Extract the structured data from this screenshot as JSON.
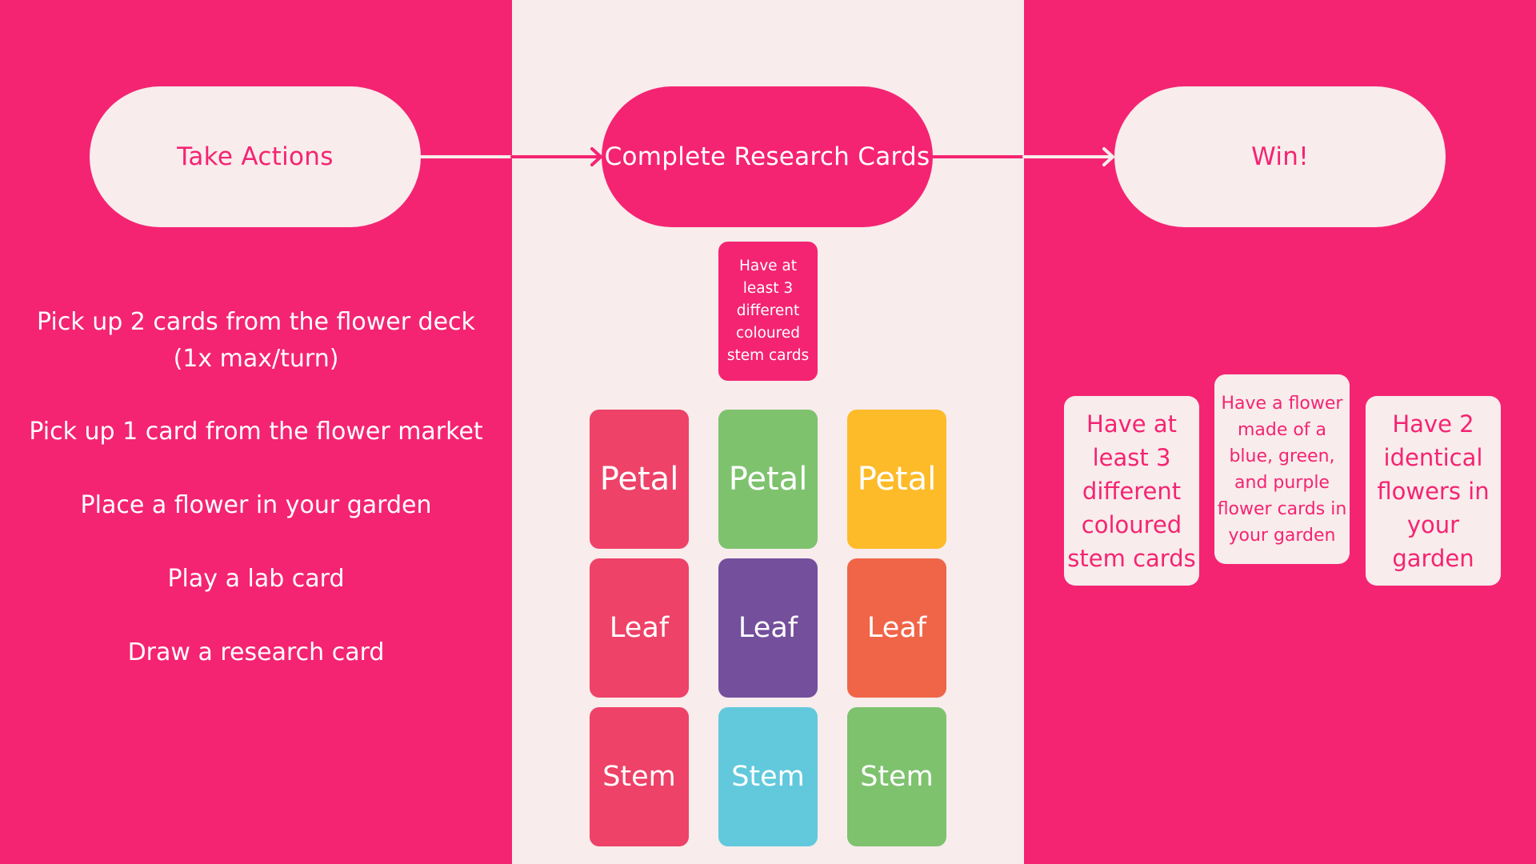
{
  "colors": {
    "pink": "#f42472",
    "cream": "#f8ecec",
    "red": "#ee4268",
    "green": "#7ec26e",
    "yellow": "#fdbb2a",
    "purple": "#744f9c",
    "orange": "#f06548",
    "cyan": "#62c9dc"
  },
  "flow": {
    "take_actions": "Take Actions",
    "complete_research": "Complete Research Cards",
    "win": "Win!"
  },
  "actions": [
    "Pick up 2 cards from the flower deck",
    "(1x max/turn)",
    "Pick up 1 card from the flower market",
    "Place a flower in your garden",
    "Play a lab card",
    "Draw a research card"
  ],
  "research_card": {
    "lines": [
      "Have at",
      "least 3",
      "different",
      "coloured",
      "stem cards"
    ]
  },
  "flower_cards": [
    {
      "label": "Petal",
      "color": "#ee4268"
    },
    {
      "label": "Petal",
      "color": "#7ec26e"
    },
    {
      "label": "Petal",
      "color": "#fdbb2a"
    },
    {
      "label": "Leaf",
      "color": "#ee4268"
    },
    {
      "label": "Leaf",
      "color": "#744f9c"
    },
    {
      "label": "Leaf",
      "color": "#f06548"
    },
    {
      "label": "Stem",
      "color": "#ee4268"
    },
    {
      "label": "Stem",
      "color": "#62c9dc"
    },
    {
      "label": "Stem",
      "color": "#7ec26e"
    }
  ],
  "win_cards": [
    {
      "lines": [
        "Have at",
        "least 3",
        "different",
        "coloured",
        "stem cards"
      ]
    },
    {
      "lines": [
        "Have a flower",
        "made of a",
        "blue, green,",
        "and purple",
        "flower cards in",
        "your garden"
      ]
    },
    {
      "lines": [
        "Have 2",
        "identical",
        "flowers in",
        "your",
        "garden"
      ]
    }
  ]
}
